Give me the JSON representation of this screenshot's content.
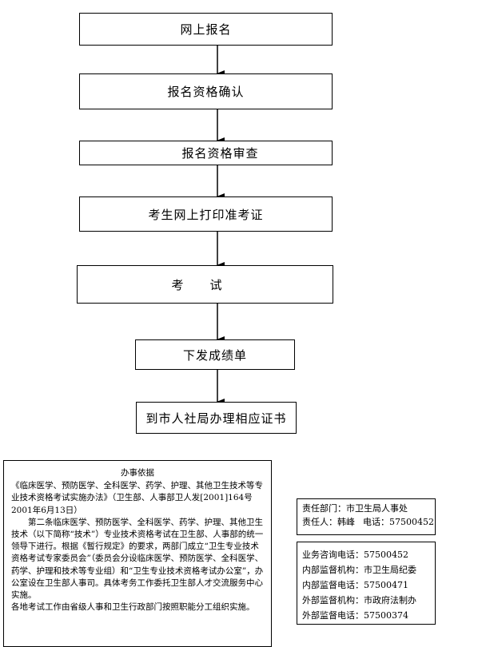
{
  "flow": {
    "steps": [
      "网上报名",
      "报名资格确认",
      "报名资格审查",
      "考生网上打印准考证",
      "考　　试",
      "下发成绩单",
      "到市人社局办理相应证书"
    ]
  },
  "basis": {
    "title": "办事依据",
    "paragraphs": [
      "《临床医学、预防医学、全科医学、药学、护理、其他卫生技术等专业技术资格考试实施办法》（卫生部、人事部卫人发[2001]164号2001年6月13日）",
      "第二条临床医学、预防医学、全科医学、药学、护理、其他卫生技术（以下简称“技术”）专业技术资格考试在卫生部、人事部的统一领导下进行。根据《暂行规定》的要求，两部门成立“卫生专业技术资格考试专家委员会”（委员会分设临床医学、预防医学、全科医学、药学、护理和技术等专业组）和“卫生专业技术资格考试办公室”，办公室设在卫生部人事司。具体考务工作委托卫生部人才交流服务中心实施。",
      "各地考试工作由省级人事和卫生行政部门按照职能分工组织实施。"
    ]
  },
  "responsible": {
    "dept_label": "责任部门：",
    "dept_value": "市卫生局人事处",
    "person_label": "责任人：",
    "person_value": "韩峰",
    "phone_label": "电话：",
    "phone_value": "57500452"
  },
  "contacts": {
    "rows": [
      {
        "label": "业务咨询电话：",
        "value": "57500452"
      },
      {
        "label": "内部监督机构：",
        "value": "市卫生局纪委"
      },
      {
        "label": "内部监督电话：",
        "value": "57500471"
      },
      {
        "label": "外部监督机构：",
        "value": "市政府法制办"
      },
      {
        "label": "外部监督电话：",
        "value": "57500374"
      }
    ]
  }
}
